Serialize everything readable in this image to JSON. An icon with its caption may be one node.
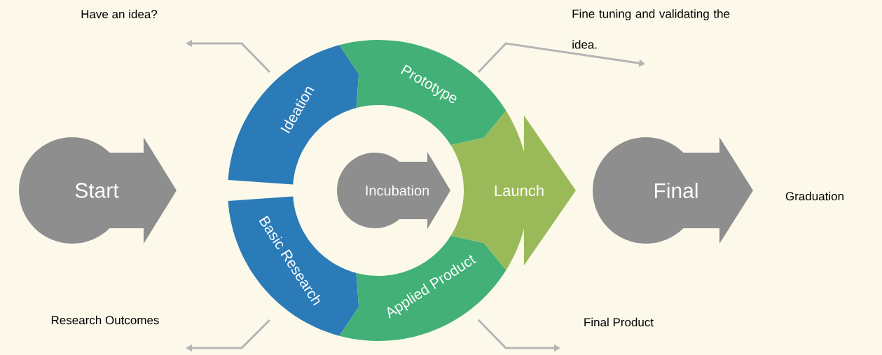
{
  "diagram": {
    "nodes": [
      {
        "text": [
          "Start"
        ]
      },
      {
        "text": [
          "Ideation"
        ]
      },
      {
        "text": [
          "Prototype"
        ]
      },
      {
        "text": [
          "Launch"
        ]
      },
      {
        "text": [
          "Incubation"
        ]
      },
      {
        "text": [
          "Basic Research"
        ]
      },
      {
        "text": [
          "Applied Product"
        ]
      },
      {
        "text": [
          "Final"
        ]
      },
      {
        "text": [
          "Have an  idea?"
        ]
      },
      {
        "text": [
          "Fine tuning and validating the idea."
        ]
      },
      {
        "text": [
          "Research Outcomes"
        ]
      },
      {
        "text": [
          "Final Product"
        ]
      },
      {
        "text": [
          "Graduation"
        ]
      }
    ],
    "edges": [
      {
        "from": 1,
        "to": 8,
        "arrow": "to"
      },
      {
        "from": 2,
        "to": 9,
        "arrow": "to"
      },
      {
        "from": 5,
        "to": 10,
        "arrow": "to"
      },
      {
        "from": 6,
        "to": 11,
        "arrow": "to"
      }
    ]
  }
}
